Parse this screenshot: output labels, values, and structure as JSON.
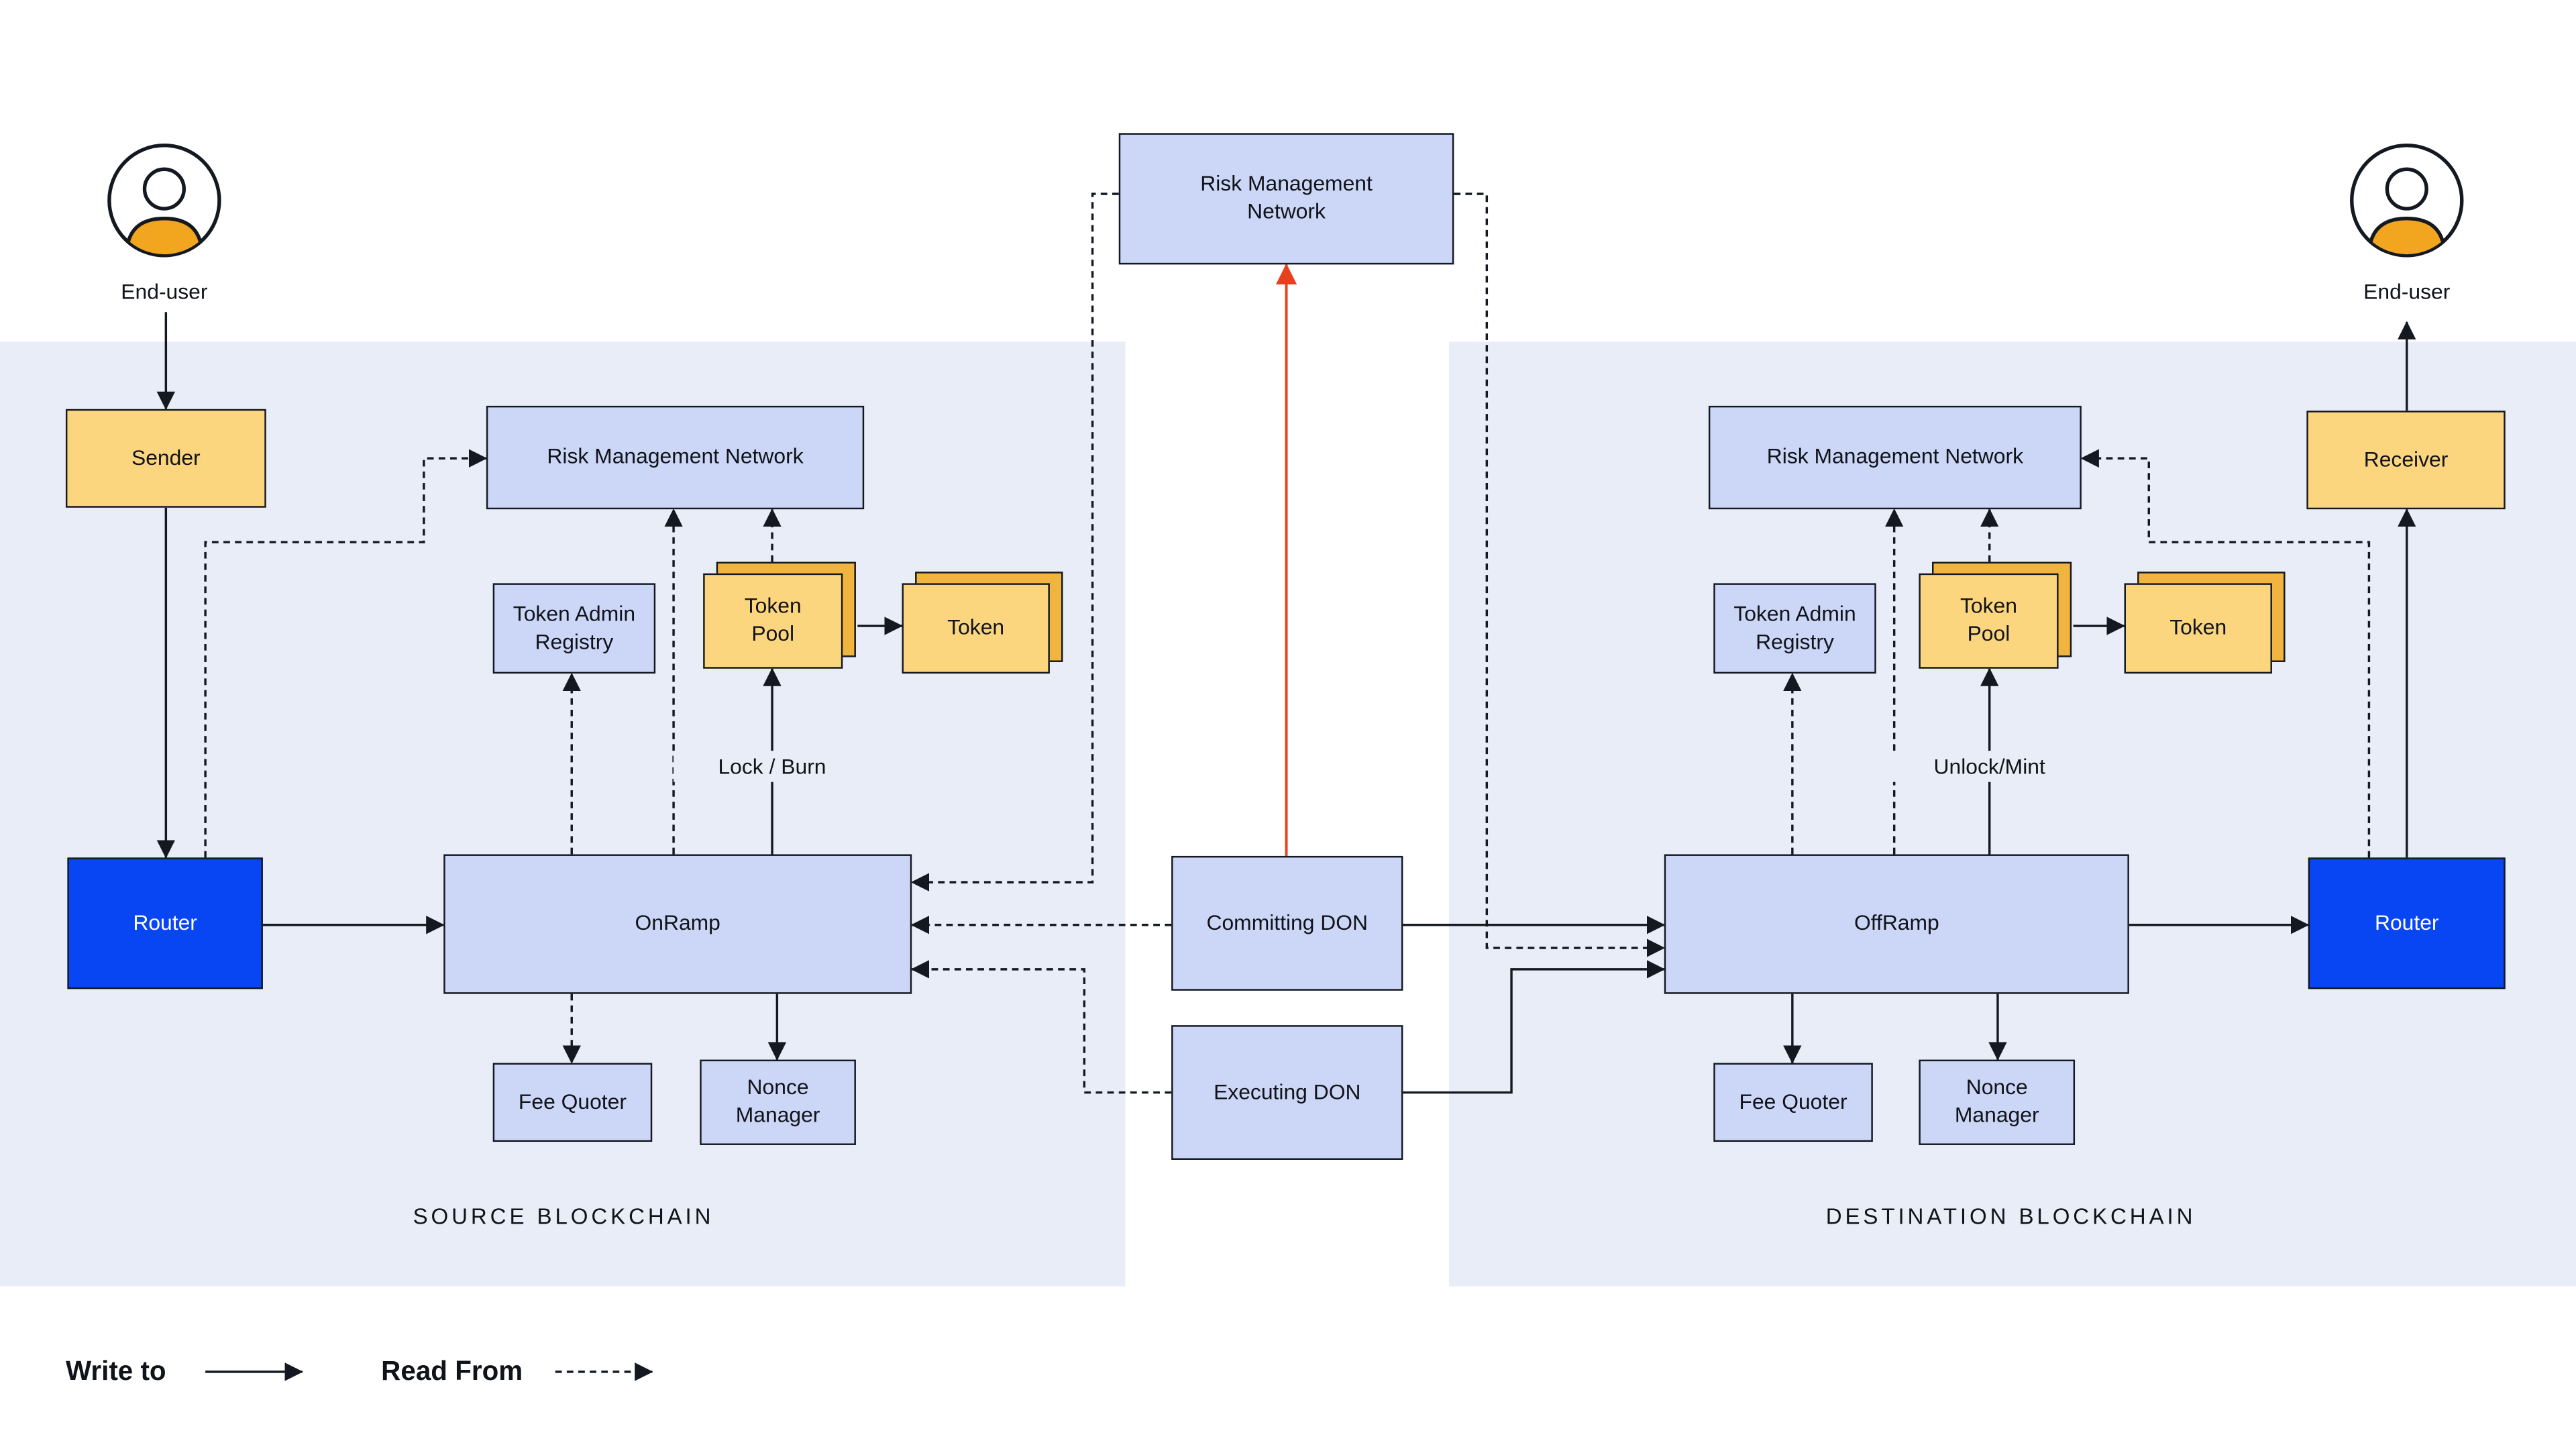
{
  "colors": {
    "background": "#ffffff",
    "panel_bg": "#e9edf8",
    "node_fill": "#ccd7f7",
    "node_border": "#141921",
    "amber": "#fcd67f",
    "amber_dark": "#f1b53f",
    "router_blue": "#0846f4",
    "alert_red": "#e8401c",
    "avatar_orange": "#f2a51f",
    "text": "#101319"
  },
  "top": {
    "rmn": "Risk Management\nNetwork"
  },
  "users": {
    "left_label": "End-user",
    "right_label": "End-user"
  },
  "source": {
    "title": "SOURCE BLOCKCHAIN",
    "sender": "Sender",
    "rmn": "Risk Management Network",
    "token_admin_registry": "Token Admin\nRegistry",
    "token_pool": "Token\nPool",
    "token": "Token",
    "lock_burn": "Lock / Burn",
    "router": "Router",
    "onramp": "OnRamp",
    "fee_quoter": "Fee Quoter",
    "nonce_manager": "Nonce\nManager"
  },
  "middle": {
    "committing_don": "Committing DON",
    "executing_don": "Executing DON"
  },
  "destination": {
    "title": "DESTINATION BLOCKCHAIN",
    "receiver": "Receiver",
    "rmn": "Risk Management Network",
    "token_admin_registry": "Token Admin\nRegistry",
    "token_pool": "Token\nPool",
    "token": "Token",
    "unlock_mint": "Unlock/Mint",
    "router": "Router",
    "offramp": "OffRamp",
    "fee_quoter": "Fee Quoter",
    "nonce_manager": "Nonce\nManager"
  },
  "legend": {
    "write_to": "Write to",
    "read_from": "Read From"
  }
}
